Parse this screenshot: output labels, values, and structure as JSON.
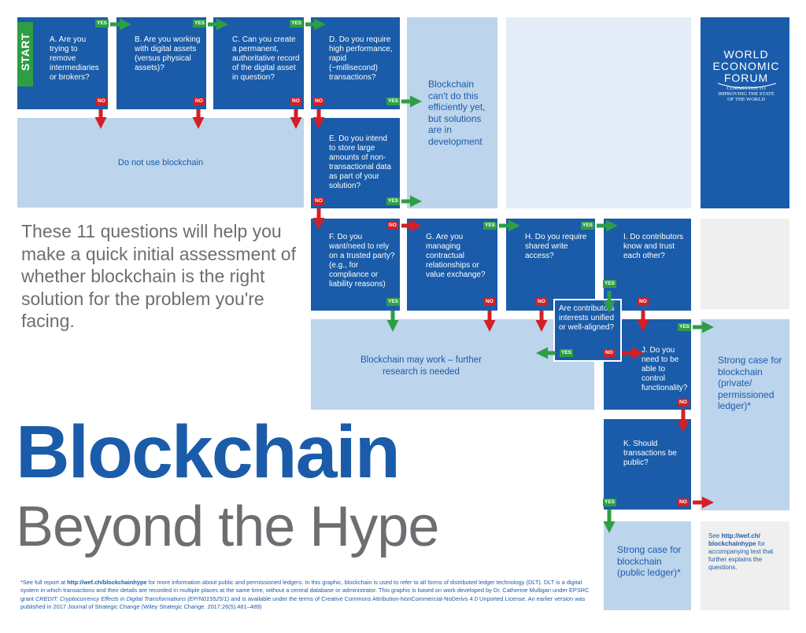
{
  "start_label": "START",
  "questions": {
    "a": "A. Are you trying to remove intermediaries or brokers?",
    "b": "B. Are you working with digital assets (versus physical assets)?",
    "c": "C. Can you create a permanent, authoritative record of the digital asset in question?",
    "d": "D. Do you require high performance, rapid (~millisecond) transactions?",
    "e": "E. Do you intend to store large amounts of non-transactional data as part of your solution?",
    "f": "F. Do you want/need to rely on a trusted party? (e.g., for compliance or liability reasons)",
    "g": "G. Are you managing contractual relationships or value exchange?",
    "h": "H. Do you require shared write access?",
    "i": "I. Do contributors know and trust each other?",
    "interests": "Are contributors interests unified or well-aligned?",
    "j": "J. Do you need to be able to control functionality?",
    "k": "K. Should transactions be public?"
  },
  "outcomes": {
    "no_blockchain": "Do not use blockchain",
    "cant_efficiently": "Blockchain can't do this efficiently yet, but solutions are in development",
    "may_work": "Blockchain may work – further research is needed",
    "private": "Strong case for blockchain (private/ permissioned ledger)*",
    "public": "Strong case for blockchain (public ledger)*"
  },
  "labels": {
    "yes": "YES",
    "no": "NO"
  },
  "intro": "These 11 questions will help you make a quick initial assessment of whether blockchain is the right solution for the problem you're facing.",
  "title_line1": "Blockchain",
  "title_line2": "Beyond the Hype",
  "see_note": {
    "prefix": "See ",
    "link": "http://wef.ch/ blockchainhype",
    "suffix": " for accompanying text that further explains the questions."
  },
  "footnote": {
    "p1": "*See full report at ",
    "link": "http://wef.ch/blockchainhype",
    "p2": " for more information about public and permissioned ledgers. In this graphic, blockchain is used to refer to all forms of distributed ledger technology (DLT). DLT is a digital system in which transactions and their details are recorded in multiple places at the same time, without a central database or administrator. This graphic is based on work developed by Dr. Catherine Mulligan under EPSRC grant ",
    "credit": "CREDIT: Cryptocurrency Effects in Digital Transformations (EP/N015525/1)",
    "p3": " and is available under the terms of Creative Commons Attribution-NonCommercial-NoDerivs 4.0 Unported License. An earlier version was published in 2017 Journal of Strategic Change (Wiley Strategic Change. 2017;26(5):481–489)"
  },
  "logo": {
    "line1": "WORLD",
    "line2": "ECONOMIC",
    "line3": "FORUM",
    "tagline1": "COMMITTED TO",
    "tagline2": "IMPROVING THE STATE",
    "tagline3": "OF THE WORLD"
  },
  "colors": {
    "dark_blue": "#1a5ca9",
    "light_blue": "#bcd4ec",
    "yes_green": "#2e9e44",
    "no_red": "#d41f26",
    "grey_text": "#6d6e71"
  }
}
